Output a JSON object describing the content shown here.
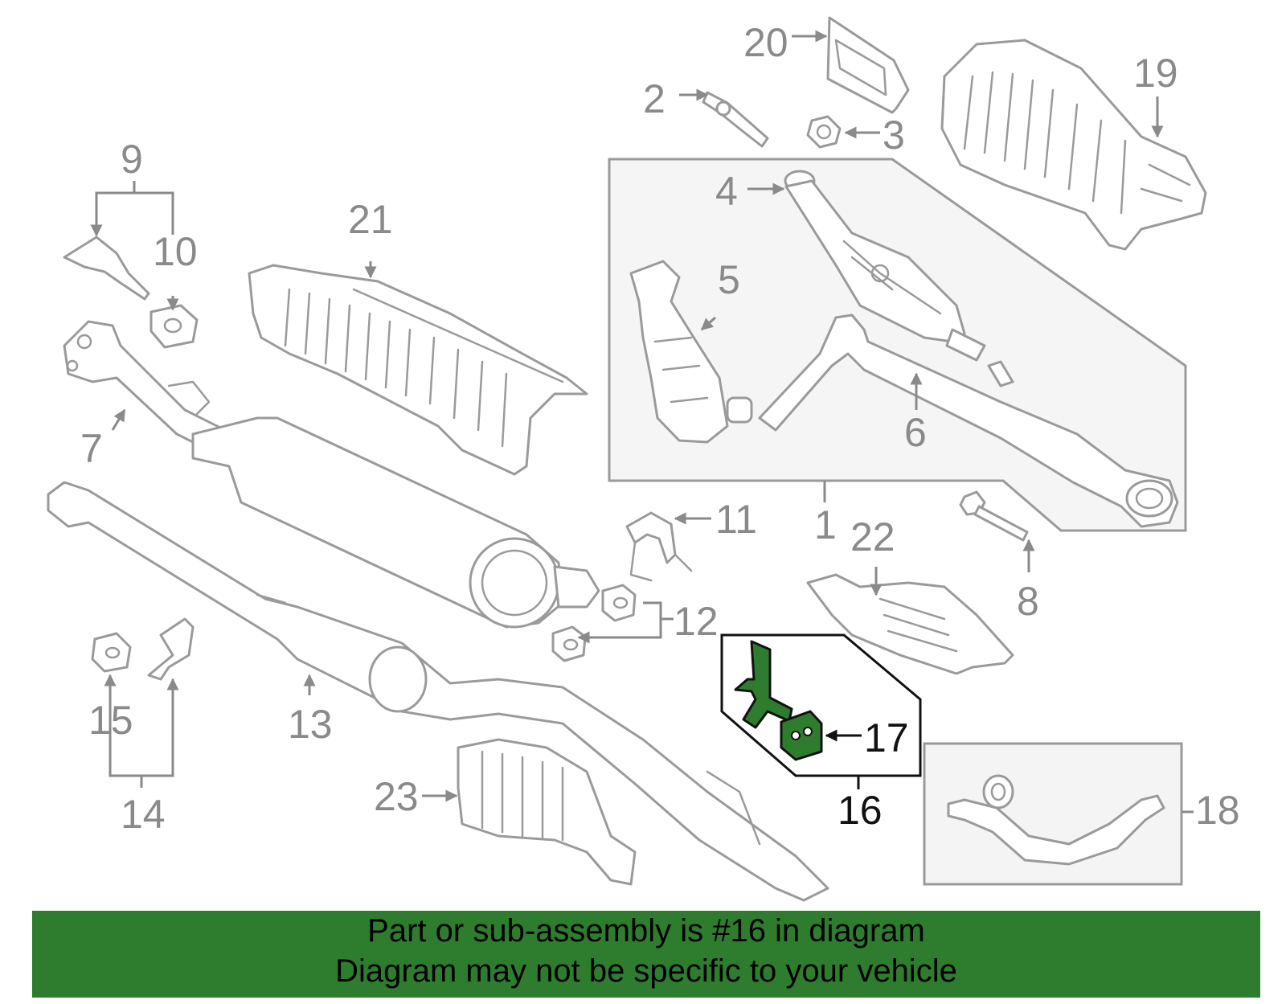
{
  "colors": {
    "highlight": "#2e7d2e",
    "line": "#9a9a9a",
    "label": "#8a8a8a",
    "banner": "#2e7d2e"
  },
  "labels": {
    "l1": "1",
    "l2": "2",
    "l3": "3",
    "l4": "4",
    "l5": "5",
    "l6": "6",
    "l7": "7",
    "l8": "8",
    "l9": "9",
    "l10": "10",
    "l11": "11",
    "l12": "12",
    "l13": "13",
    "l14": "14",
    "l15": "15",
    "l16": "16",
    "l17": "17",
    "l18": "18",
    "l19": "19",
    "l20": "20",
    "l21": "21",
    "l22": "22",
    "l23": "23"
  },
  "banner": {
    "line1": "Part or sub-assembly is #16 in diagram",
    "line2": "Diagram may not be specific to your vehicle"
  }
}
